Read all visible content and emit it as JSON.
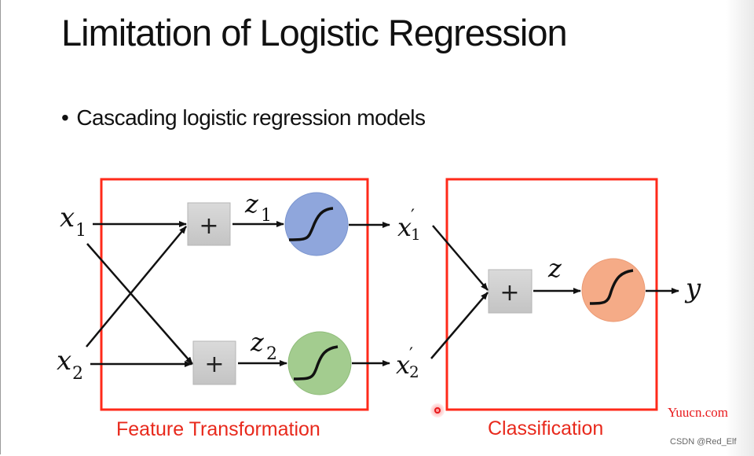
{
  "slide": {
    "title": "Limitation of Logistic Regression",
    "bullet_symbol": "•",
    "bullet_text": "Cascading logistic regression models"
  },
  "diagram": {
    "inputs": [
      {
        "var": "x",
        "sub": "1"
      },
      {
        "var": "x",
        "sub": "2"
      }
    ],
    "sum_symbol": "+",
    "z_labels": [
      {
        "var": "z",
        "sub": "1"
      },
      {
        "var": "z",
        "sub": "2"
      }
    ],
    "transformed_outputs": [
      {
        "var": "x",
        "prime": "′",
        "sub": "1"
      },
      {
        "var": "x",
        "prime": "′",
        "sub": "2"
      }
    ],
    "final_z": "z",
    "output": "y",
    "neuron_colors": {
      "top": "#8fa6dc",
      "bottom": "#a3cc8f",
      "final": "#f5ab87"
    },
    "box_color": "#ff2a1a",
    "box_labels": {
      "feature": "Feature Transformation",
      "classification": "Classification"
    }
  },
  "watermarks": {
    "site": "Yuucn.com",
    "author": "CSDN @Red_Elf"
  }
}
